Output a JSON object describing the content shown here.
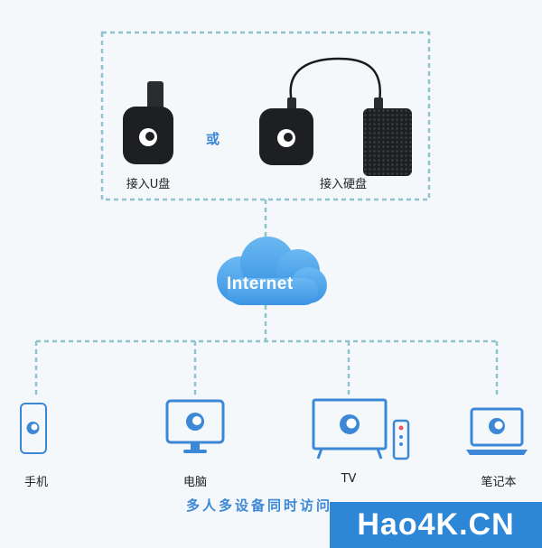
{
  "top_section": {
    "usb_label": "接入U盘",
    "or_label": "或",
    "hdd_label": "接入硬盘"
  },
  "cloud": {
    "label": "Internet"
  },
  "devices": [
    {
      "label": "手机",
      "icon": "phone-icon"
    },
    {
      "label": "电脑",
      "icon": "desktop-monitor-icon"
    },
    {
      "label": "TV",
      "icon": "tv-icon"
    },
    {
      "label": "笔记本",
      "icon": "laptop-icon"
    }
  ],
  "footer": {
    "caption": "多人多设备同时访问"
  },
  "watermark": {
    "text": "Hao4K.CN"
  },
  "colors": {
    "accent": "#3c88d6",
    "dashed_line": "#8fc4cf",
    "cloud": "#4aa3ea",
    "device_dark": "#1d1f22",
    "device_blue": "#3c88d6"
  }
}
